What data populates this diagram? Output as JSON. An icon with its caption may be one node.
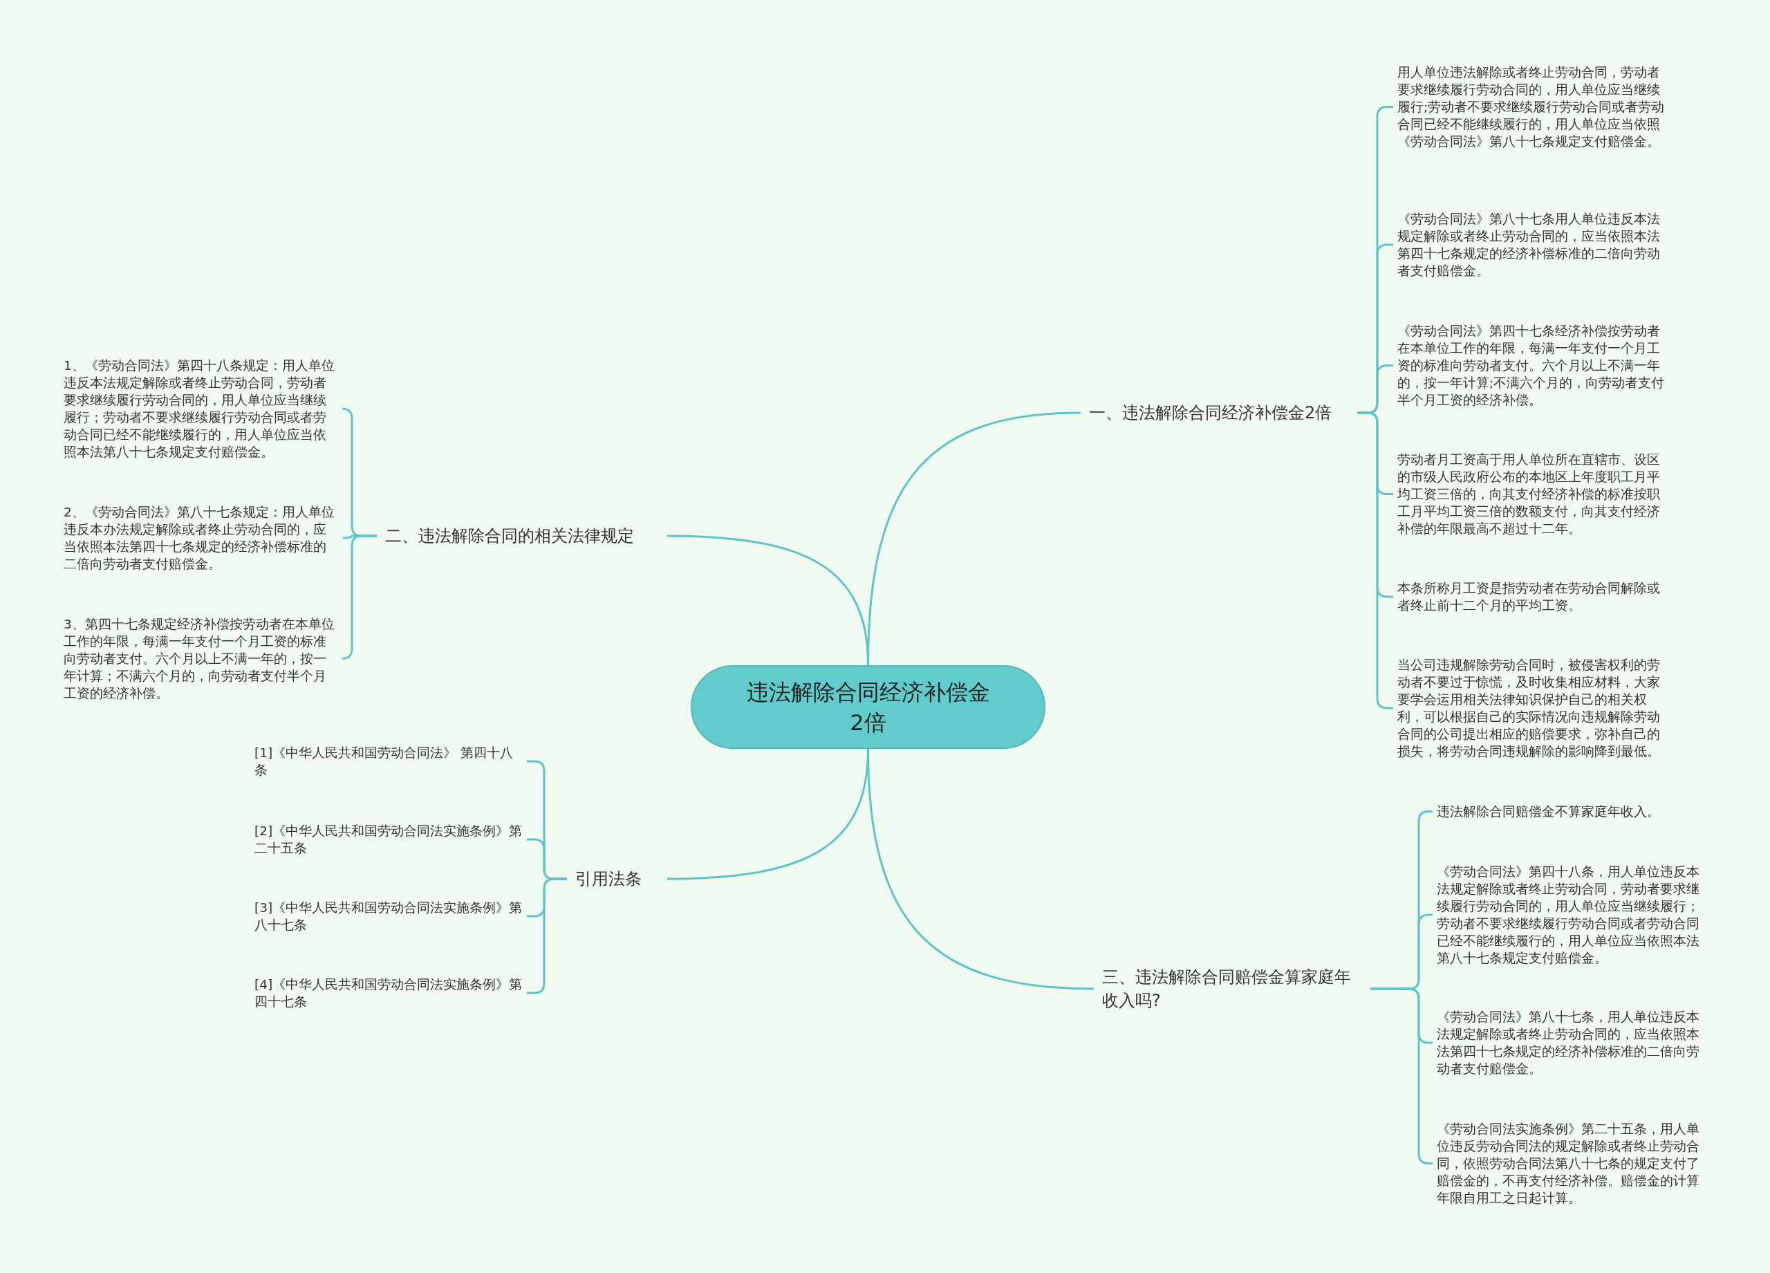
{
  "diagram": {
    "nodes": [
      {
        "text": [
          "违法解除合同经济补偿金2倍"
        ]
      },
      {
        "text": [
          "一、违法解除合同经济补偿金2倍"
        ]
      },
      {
        "text": [
          "用人单位违法解除或者终止劳动合同，劳动者要求继续履行劳动合同的，用人单位应当继续履行;劳动者不要求继续履行劳动合同或者劳动合同已经不能继续履行的，用人单位应当依照《劳动合同法》第八十七条规定支付赔偿金。"
        ]
      },
      {
        "text": [
          "《劳动合同法》第八十七条用人单位违反本法规定解除或者终止劳动合同的，应当依照本法第四十七条规定的经济补偿标准的二倍向劳动者支付赔偿金。"
        ]
      },
      {
        "text": [
          "《劳动合同法》第四十七条经济补偿按劳动者在本单位工作的年限，每满一年支付一个月工资的标准向劳动者支付。六个月以上不满一年的，按一年计算;不满六个月的，向劳动者支付半个月工资的经济补偿。"
        ]
      },
      {
        "text": [
          "劳动者月工资高于用人单位所在直辖市、设区的市级人民政府公布的本地区上年度职工月平均工资三倍的，向其支付经济补偿的标准按职工月平均工资三倍的数额支付，向其支付经济补偿的年限最高不超过十二年。"
        ]
      },
      {
        "text": [
          "本条所称月工资是指劳动者在劳动合同解除或者终止前十二个月的平均工资。"
        ]
      },
      {
        "text": [
          "当公司违规解除劳动合同时，被侵害权利的劳动者不要过于惊慌，及时收集相应材料，大家要学会运用相关法律知识保护自己的相关权利，可以根据自己的实际情况向违规解除劳动合同的公司提出相应的赔偿要求，弥补自己的损失，将劳动合同违规解除的影响降到最低。"
        ]
      },
      {
        "text": [
          "三、违法解除合同赔偿金算家庭年收入吗?"
        ]
      },
      {
        "text": [
          "违法解除合同赔偿金不算家庭年收入。"
        ]
      },
      {
        "text": [
          "《劳动合同法》第四十八条，用人单位违反本法规定解除或者终止劳动合同，劳动者要求继续履行劳动合同的，用人单位应当继续履行；劳动者不要求继续履行劳动合同或者劳动合同已经不能继续履行的，用人单位应当依照本法第八十七条规定支付赔偿金。"
        ]
      },
      {
        "text": [
          "《劳动合同法》第八十七条，用人单位违反本法规定解除或者终止劳动合同的，应当依照本法第四十七条规定的经济补偿标准的二倍向劳动者支付赔偿金。"
        ]
      },
      {
        "text": [
          "《劳动合同法实施条例》第二十五条，用人单位违反劳动合同法的规定解除或者终止劳动合同，依照劳动合同法第八十七条的规定支付了赔偿金的，不再支付经济补偿。赔偿金的计算年限自用工之日起计算。"
        ]
      },
      {
        "text": [
          "二、违法解除合同的相关法律规定"
        ]
      },
      {
        "text": [
          "1、《劳动合同法》第四十八条规定：用人单位违反本法规定解除或者终止劳动合同，劳动者要求继续履行劳动合同的，用人单位应当继续履行；劳动者不要求继续履行劳动合同或者劳动合同已经不能继续履行的，用人单位应当依照本法第八十七条规定支付赔偿金。"
        ]
      },
      {
        "text": [
          "2、《劳动合同法》第八十七条规定：用人单位违反本办法规定解除或者终止劳动合同的，应当依照本法第四十七条规定的经济补偿标准的二倍向劳动者支付赔偿金。"
        ]
      },
      {
        "text": [
          "3、第四十七条规定经济补偿按劳动者在本单位工作的年限，每满一年支付一个月工资的标准向劳动者支付。六个月以上不满一年的，按一年计算；不满六个月的，向劳动者支付半个月工资的经济补偿。"
        ]
      },
      {
        "text": [
          "引用法条"
        ]
      },
      {
        "text": [
          "[1]《中华人民共和国劳动合同法》 第四十八条"
        ]
      },
      {
        "text": [
          "[2]《中华人民共和国劳动合同法实施条例》第二十五条"
        ]
      },
      {
        "text": [
          "[3]《中华人民共和国劳动合同法实施条例》第八十七条"
        ]
      },
      {
        "text": [
          "[4]《中华人民共和国劳动合同法实施条例》第四十七条"
        ]
      }
    ],
    "edges": [
      {
        "from": 0,
        "to": 1,
        "arrow": "none"
      },
      {
        "from": 1,
        "to": 2,
        "arrow": "none"
      },
      {
        "from": 1,
        "to": 3,
        "arrow": "none"
      },
      {
        "from": 1,
        "to": 4,
        "arrow": "none"
      },
      {
        "from": 1,
        "to": 5,
        "arrow": "none"
      },
      {
        "from": 1,
        "to": 6,
        "arrow": "none"
      },
      {
        "from": 1,
        "to": 7,
        "arrow": "none"
      },
      {
        "from": 0,
        "to": 8,
        "arrow": "none"
      },
      {
        "from": 8,
        "to": 9,
        "arrow": "none"
      },
      {
        "from": 8,
        "to": 10,
        "arrow": "none"
      },
      {
        "from": 8,
        "to": 11,
        "arrow": "none"
      },
      {
        "from": 8,
        "to": 12,
        "arrow": "none"
      },
      {
        "from": 0,
        "to": 13,
        "arrow": "none"
      },
      {
        "from": 13,
        "to": 14,
        "arrow": "none"
      },
      {
        "from": 13,
        "to": 15,
        "arrow": "none"
      },
      {
        "from": 13,
        "to": 16,
        "arrow": "none"
      },
      {
        "from": 0,
        "to": 17,
        "arrow": "none"
      },
      {
        "from": 17,
        "to": 18,
        "arrow": "none"
      },
      {
        "from": 17,
        "to": 19,
        "arrow": "none"
      },
      {
        "from": 17,
        "to": 20,
        "arrow": "none"
      },
      {
        "from": 17,
        "to": 21,
        "arrow": "none"
      }
    ]
  }
}
